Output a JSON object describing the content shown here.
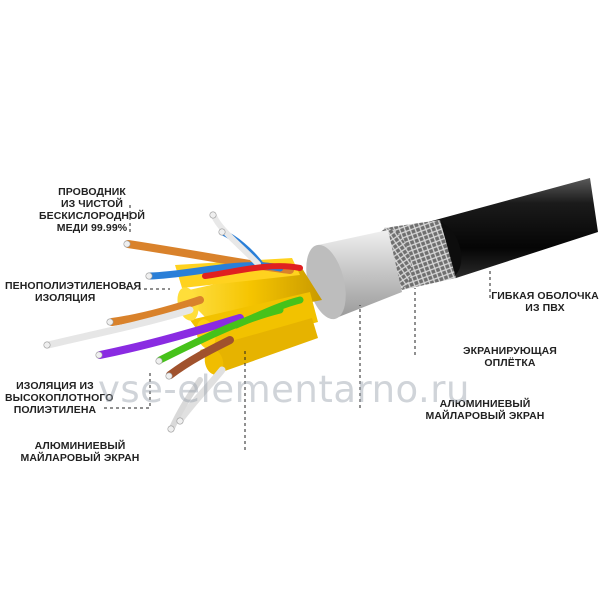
{
  "labels": {
    "conductor": [
      "ПРОВОДНИК",
      "ИЗ ЧИСТОЙ",
      "БЕСКИСЛОРОДНОЙ",
      "МЕДИ  99.99%"
    ],
    "foam_insulation": [
      "ПЕНОПОЛИЭТИЛЕНОВАЯ",
      "ИЗОЛЯЦИЯ"
    ],
    "hd_insulation": [
      "ИЗОЛЯЦИЯ ИЗ",
      "ВЫСОКОПЛОТНОГО",
      "ПОЛИЭТИЛЕНА"
    ],
    "mylar_inner": [
      "АЛЮМИНИЕВЫЙ",
      "МАЙЛАРОВЫЙ ЭКРАН"
    ],
    "jacket": [
      "ГИБКАЯ ОБОЛОЧКА",
      "ИЗ ПВХ"
    ],
    "braid": [
      "ЭКРАНИРУЮЩАЯ",
      "ОПЛЁТКА"
    ],
    "mylar_outer": [
      "АЛЮМИНИЕВЫЙ",
      "МАЙЛАРОВЫЙ ЭКРАН"
    ]
  },
  "watermark": "vse-elementarno.ru",
  "colors": {
    "jacket": "#111111",
    "braid": "#8a8a8a",
    "mylar": "#c8c8c8",
    "foil_yellow": "#f2c200",
    "wire_orange": "#d9822b",
    "wire_blue": "#2a7fd8",
    "wire_green": "#46c21a",
    "wire_purple": "#8a2be2",
    "wire_brown": "#a0522d",
    "copper": "#e0e0e0"
  }
}
